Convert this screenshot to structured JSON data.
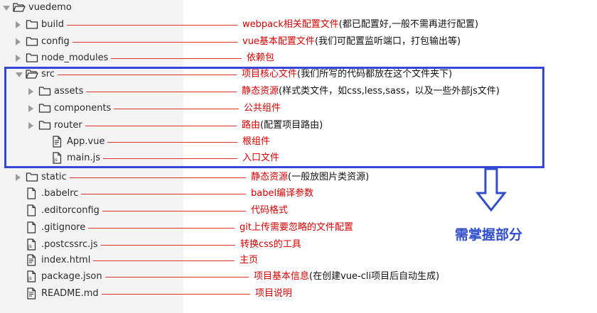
{
  "items": [
    {
      "name": "vuedemo",
      "kind": "folder-open",
      "desc": ""
    },
    {
      "name": "build",
      "kind": "folder",
      "desc": "webpack相关配置文件",
      "tail": "(都已配置好,一般不需再进行配置)"
    },
    {
      "name": "config",
      "kind": "folder",
      "desc": "vue基本配置文件",
      "tail": "(我们可配置监听端口，打包输出等)"
    },
    {
      "name": "node_modules",
      "kind": "folder",
      "desc": "依赖包",
      "tail": ""
    },
    {
      "name": "src",
      "kind": "folder-open",
      "desc": "项目核心文件",
      "tail": "(我们所写的代码都放在这个文件夹下)"
    },
    {
      "name": "assets",
      "kind": "folder",
      "desc": "静态资源",
      "tail": "(样式类文件，如css,less,sass，以及一些外部js文件)"
    },
    {
      "name": "components",
      "kind": "folder",
      "desc": "公共组件",
      "tail": ""
    },
    {
      "name": "router",
      "kind": "folder",
      "desc": "路由",
      "tail": "(配置项目路由)"
    },
    {
      "name": "App.vue",
      "kind": "file-doc",
      "desc": "根组件",
      "tail": ""
    },
    {
      "name": "main.js",
      "kind": "file-js",
      "desc": "入口文件",
      "tail": ""
    },
    {
      "name": "static",
      "kind": "folder",
      "desc": "静态资源",
      "tail": "(一般放图片类资源)"
    },
    {
      "name": ".babelrc",
      "kind": "file",
      "desc": "babel编译参数",
      "tail": ""
    },
    {
      "name": ".editorconfig",
      "kind": "file",
      "desc": "代码格式",
      "tail": ""
    },
    {
      "name": ".gitignore",
      "kind": "file",
      "desc": "git上传需要忽略的文件配置",
      "tail": ""
    },
    {
      "name": ".postcssrc.js",
      "kind": "file-js",
      "desc": "转换css的工具",
      "tail": ""
    },
    {
      "name": "index.html",
      "kind": "file-doc",
      "desc": "主页",
      "tail": ""
    },
    {
      "name": "package.json",
      "kind": "file-js",
      "desc": "项目基本信息",
      "tail": "(在创建vue-cli项目后自动生成)"
    },
    {
      "name": "README.md",
      "kind": "file-doc",
      "desc": "项目说明",
      "tail": ""
    }
  ],
  "callout": {
    "label": "需掌握部分"
  },
  "colors": {
    "annotation": "#d80000",
    "highlight": "#3546d8",
    "callout": "#2f4ec8"
  }
}
